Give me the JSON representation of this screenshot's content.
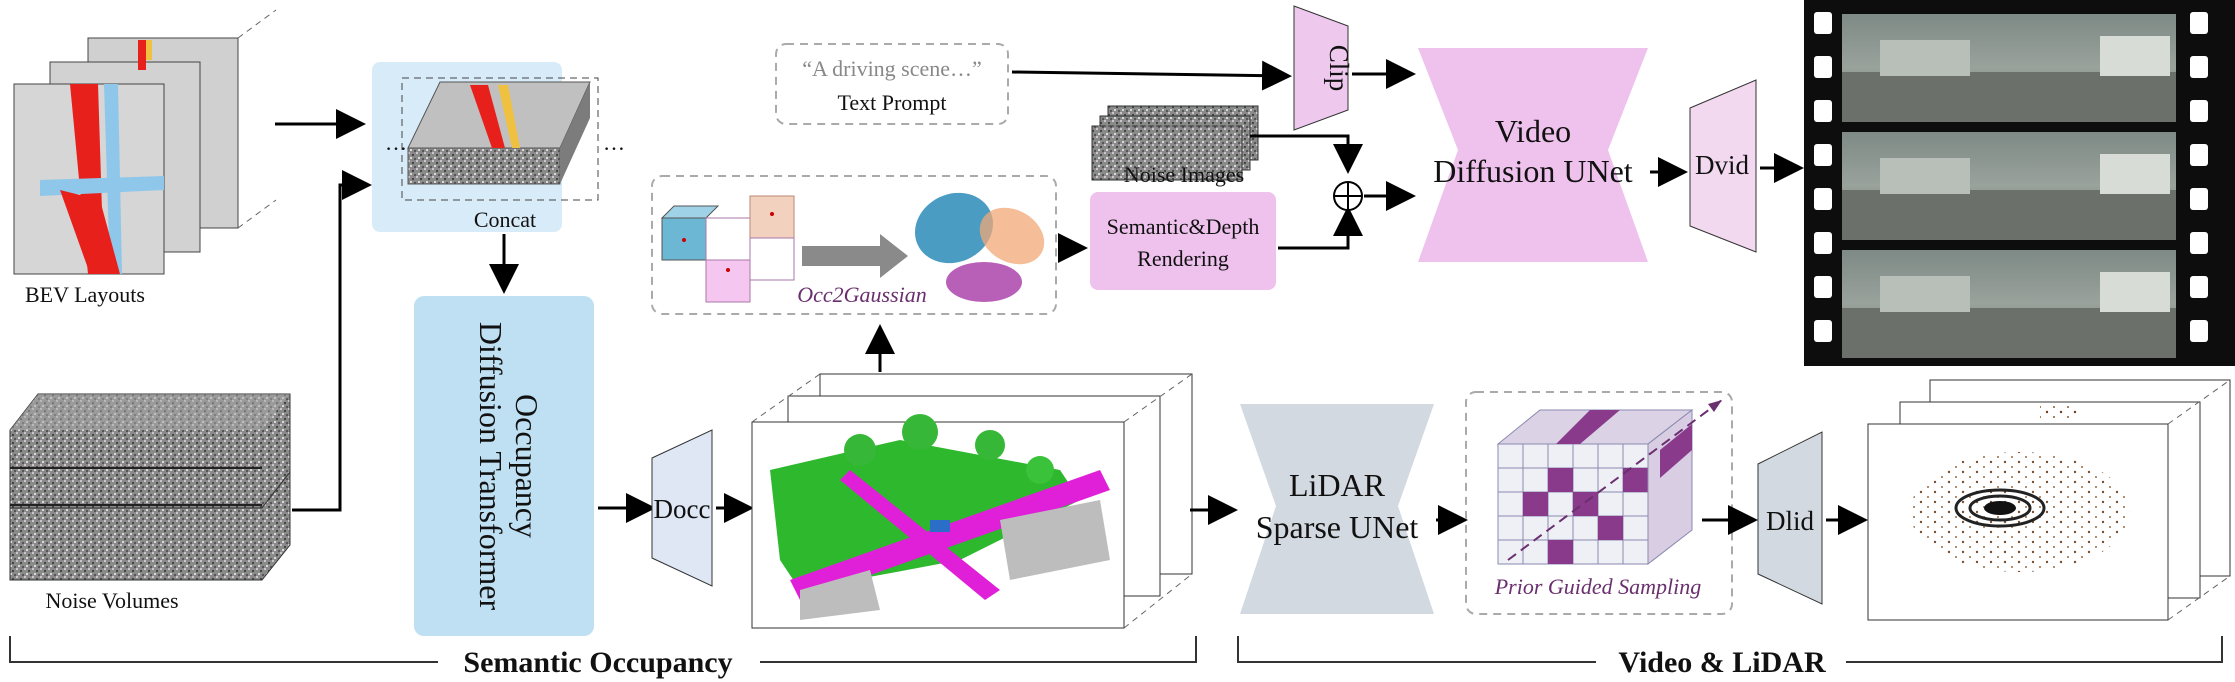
{
  "labels": {
    "bev_layouts": "BEV Layouts",
    "noise_volumes": "Noise Volumes",
    "concat": "Concat",
    "ellipsis": "…",
    "occ_dit_line1": "Occupancy",
    "occ_dit_line2": "Diffusion Transformer",
    "d_occ": "Docc",
    "text_prompt_quote": "“A driving scene…”",
    "text_prompt": "Text Prompt",
    "clip": "Clip",
    "noise_images": "Noise Images",
    "occ2gaussian": "Occ2Gaussian",
    "sem_depth_line1": "Semantic&Depth",
    "sem_depth_line2": "Rendering",
    "video_unet_line1": "Video",
    "video_unet_line2": "Diffusion UNet",
    "d_vid": "Dvid",
    "lidar_unet_line1": "LiDAR",
    "lidar_unet_line2": "Sparse UNet",
    "prior_guided": "Prior Guided Sampling",
    "d_lid": "Dlid",
    "semantic_occupancy": "Semantic Occupancy",
    "video_lidar": "Video & LiDAR"
  },
  "colors": {
    "blue_box": "#bfe0f2",
    "pink_box": "#efc2ee",
    "gray_box": "#d3d9e0",
    "decoder_blue": "#dfe7f5",
    "decoder_pink": "#f2d9f0",
    "road_red": "#e8201c",
    "lane_blue": "#8fc7ea",
    "veg_green": "#2eb82e",
    "magenta": "#e01fd8",
    "purple": "#7a2a7a"
  }
}
